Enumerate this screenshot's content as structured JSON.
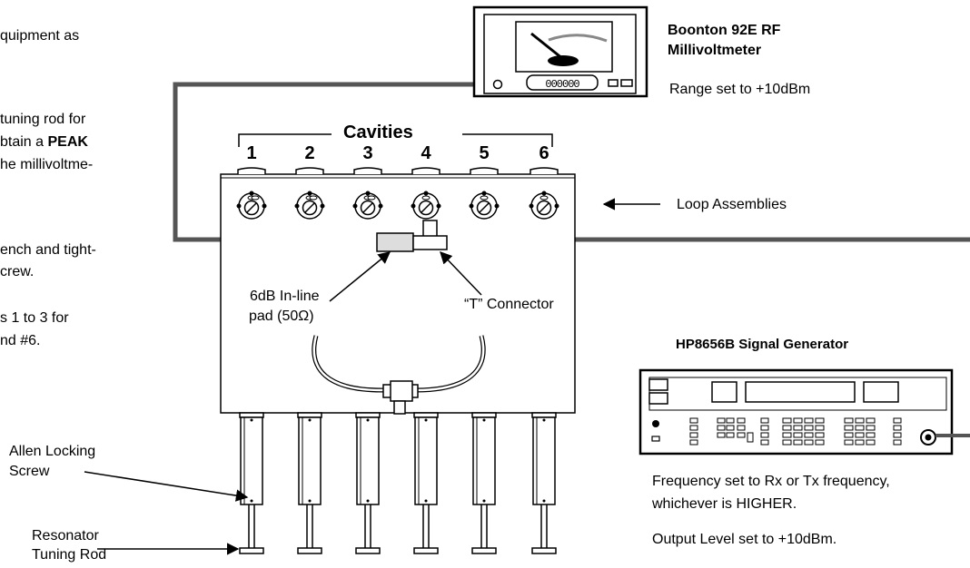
{
  "left_text": {
    "line1": "quipment as",
    "line2": "tuning rod for",
    "line3a": "btain a ",
    "line3b": "PEAK",
    "line4": "he millivoltme-",
    "line5": "ench and tight-",
    "line6": "crew.",
    "line7": "s 1 to 3 for",
    "line8": "nd #6."
  },
  "meter": {
    "title_line1": "Boonton 92E RF",
    "title_line2": "Millivoltmeter",
    "range": "Range set to +10dBm",
    "display": "000000"
  },
  "cavities": {
    "heading": "Cavities",
    "numbers": [
      "1",
      "2",
      "3",
      "4",
      "5",
      "6"
    ]
  },
  "labels": {
    "loop_assemblies": "Loop Assemblies",
    "pad_line1": "6dB In-line",
    "pad_line2": "pad (50Ω)",
    "t_connector": "“T” Connector",
    "allen_line1": "Allen Locking",
    "allen_line2": "Screw",
    "rod_line1": "Resonator",
    "rod_line2": "Tuning Rod"
  },
  "generator": {
    "title": "HP8656B Signal Generator",
    "freq_line1": "Frequency set to Rx or Tx frequency,",
    "freq_line2": "whichever is HIGHER.",
    "output": "Output Level set to +10dBm."
  }
}
